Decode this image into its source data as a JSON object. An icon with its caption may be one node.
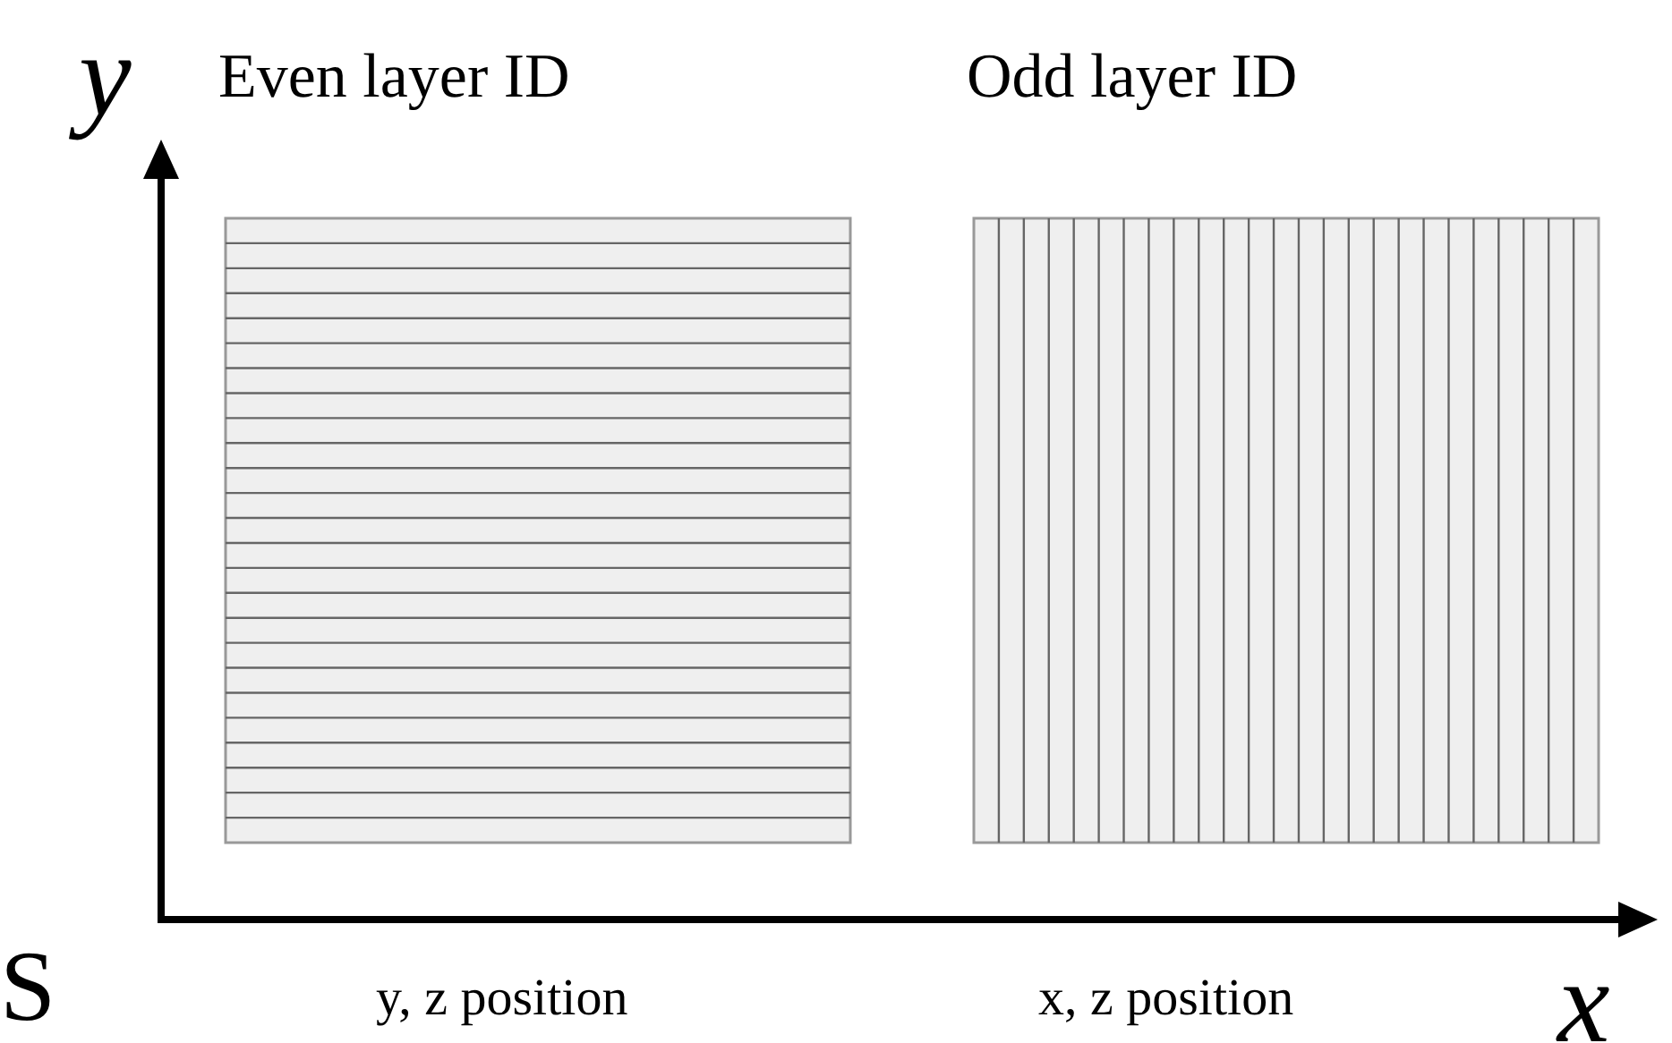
{
  "diagram": {
    "nodes": [
      {
        "text": [
          "Even layer ID"
        ],
        "beside": [
          "y, z position"
        ]
      },
      {
        "text": [
          "Odd layer ID"
        ],
        "beside": [
          "x, z position"
        ]
      }
    ],
    "labels": [
      "y",
      "x",
      "S"
    ]
  }
}
